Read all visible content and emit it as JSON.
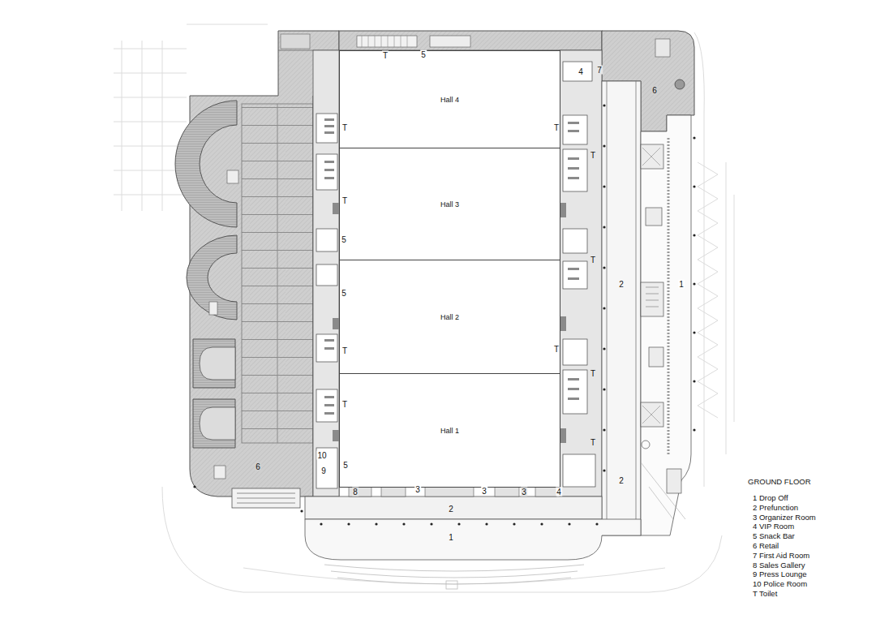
{
  "diagram": {
    "title": "GROUND FLOOR",
    "nodes": [
      {
        "text": [
          "Hall 4"
        ]
      },
      {
        "text": [
          "Hall 3"
        ]
      },
      {
        "text": [
          "Hall 2"
        ]
      },
      {
        "text": [
          "Hall 1"
        ]
      }
    ],
    "labels": [
      "T",
      "5",
      "4",
      "7",
      "6",
      "T",
      "T",
      "T",
      "T",
      "5",
      "T",
      "2",
      "1",
      "5",
      "T",
      "T",
      "T",
      "T",
      "T",
      "10",
      "5",
      "6",
      "9",
      "2",
      "8",
      "3",
      "3",
      "3",
      "4",
      "2",
      "1"
    ],
    "legend": [
      {
        "text": "1 Drop Off"
      },
      {
        "text": "2 Prefunction"
      },
      {
        "text": "3 Organizer Room"
      },
      {
        "text": "4 VIP Room"
      },
      {
        "text": "5 Snack Bar"
      },
      {
        "text": "6 Retail"
      },
      {
        "text": "7 First Aid Room"
      },
      {
        "text": "8 Sales Gallery"
      },
      {
        "text": "9 Press Lounge"
      },
      {
        "text": "10 Police Room"
      },
      {
        "text": "T Toilet"
      }
    ]
  }
}
